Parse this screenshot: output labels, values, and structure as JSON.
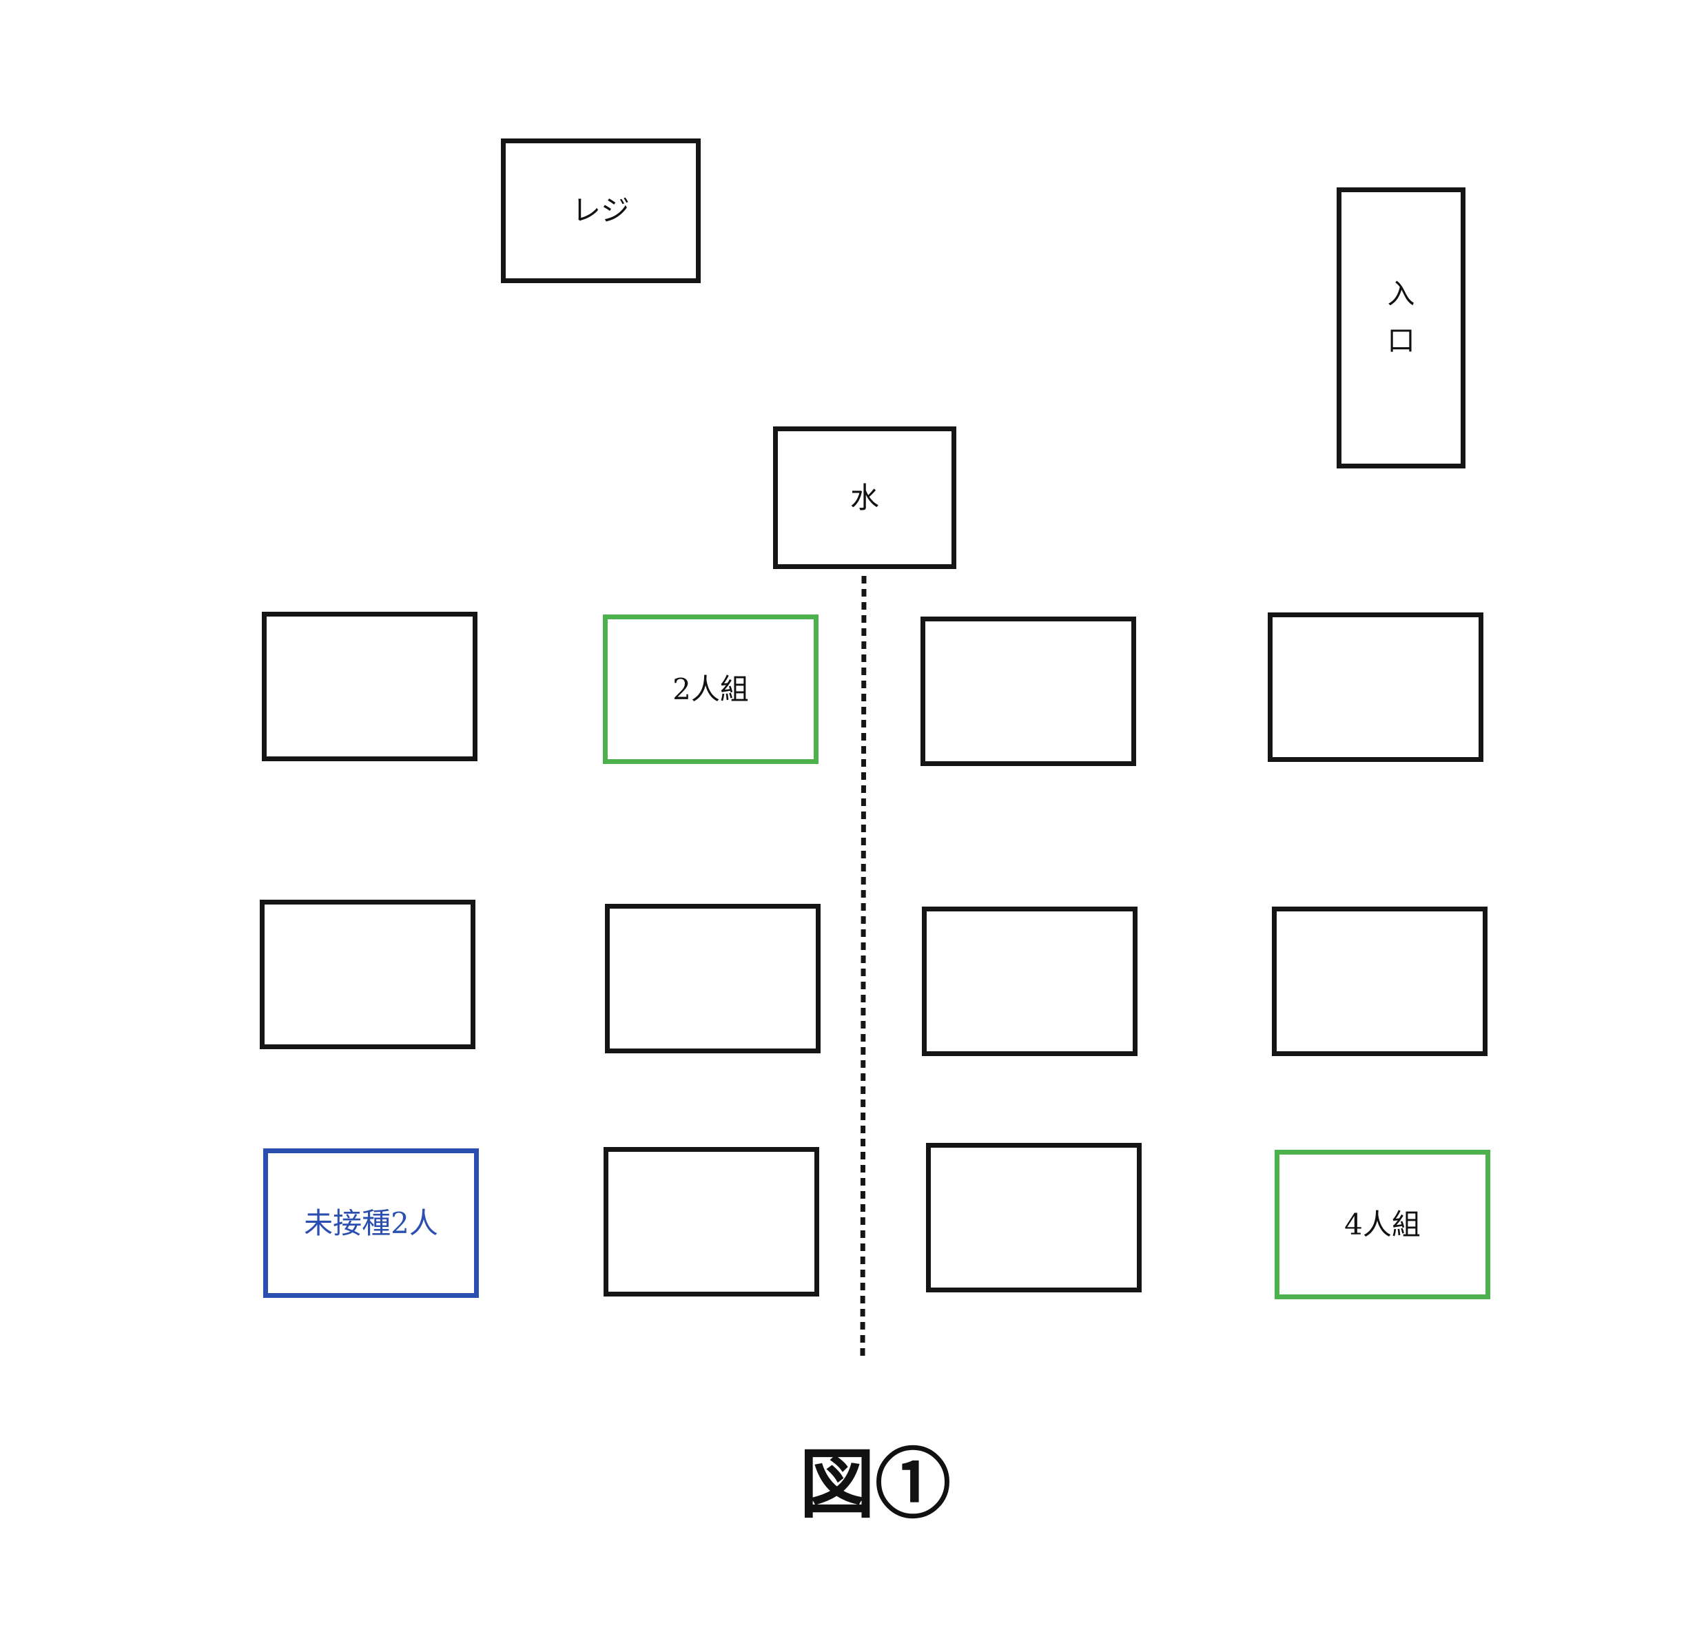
{
  "labels": {
    "register": "レジ",
    "entrance_chars": [
      "入",
      "口"
    ],
    "water": "水",
    "table_2_group": "2人組",
    "table_unvaccinated": "未接種2人",
    "table_4_group": "4人組"
  },
  "caption": "図①",
  "colors": {
    "default_border": "#151515",
    "group_border": "#4cb04c",
    "unvaccinated": "#2a4fb0"
  }
}
